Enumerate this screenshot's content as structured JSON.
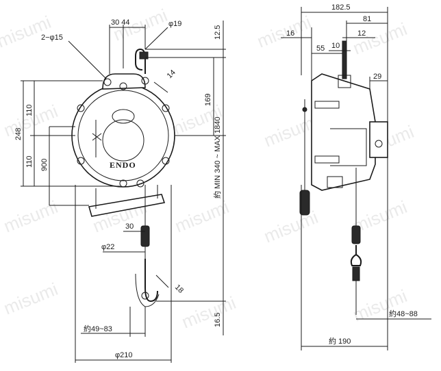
{
  "watermark": "misumi",
  "logo_text": "ENDO",
  "front_view": {
    "dim_30_44": "30  44",
    "dim_phi19": "φ19",
    "dim_2phi15": "2−φ15",
    "dim_14": "14",
    "dim_12_5": "12.5",
    "dim_169": "169",
    "dim_110_top": "110",
    "dim_110_bottom": "110",
    "dim_248": "248",
    "dim_900": "900",
    "dim_stroke": "約 MIN 340 ~ MAX 1840",
    "dim_30": "30",
    "dim_phi22": "φ22",
    "dim_18": "18",
    "dim_16_5": "16.5",
    "dim_phi49_83": "約49~83",
    "dim_phi210": "φ210"
  },
  "side_view": {
    "dim_182_5": "182.5",
    "dim_81": "81",
    "dim_16": "16",
    "dim_12": "12",
    "dim_55": "55",
    "dim_10": "10",
    "dim_29": "29",
    "dim_phi48_88": "約48~88",
    "dim_190": "約 190"
  }
}
